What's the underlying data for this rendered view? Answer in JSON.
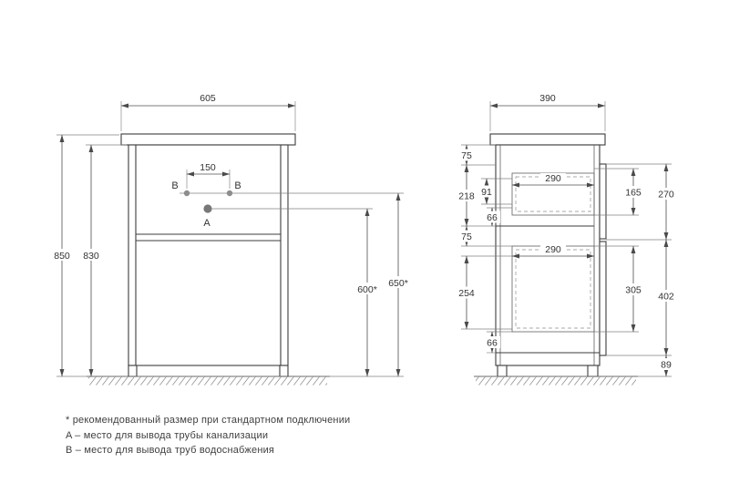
{
  "front_view": {
    "width": "605",
    "height_total": "850",
    "height_body": "830",
    "holes_spacing": "150",
    "supply_height": "650*",
    "drain_height": "600*",
    "label_b_left": "B",
    "label_b_right": "B",
    "label_a": "A"
  },
  "side_view": {
    "depth": "390",
    "top_gap": "75",
    "upper_section": "218",
    "upper_inner": "91",
    "upper_gap": "66",
    "mid_gap": "75",
    "lower_section": "254",
    "lower_gap": "66",
    "upper_drawer_depth": "290",
    "upper_drawer_height": "165",
    "upper_front_height": "270",
    "lower_drawer_depth": "290",
    "lower_drawer_height": "305",
    "lower_front_height": "402",
    "bottom_clearance": "89"
  },
  "footnotes": {
    "recommended": "* рекомендованный размер при стандартном подключении",
    "a": "A – место для вывода трубы канализации",
    "b": "B – место для вывода труб водоснабжения"
  }
}
